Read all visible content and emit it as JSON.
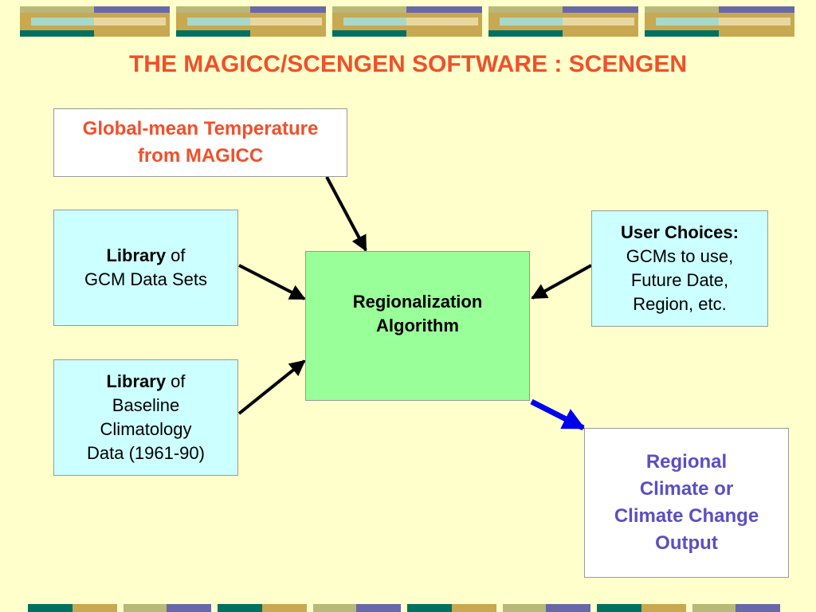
{
  "title": "THE MAGICC/SCENGEN SOFTWARE : SCENGEN",
  "colors": {
    "background": "#ffffcc",
    "title": "#f0502a",
    "teal": "#007060",
    "tan": "#c8a850",
    "purple": "#6868a8",
    "olive": "#b8b878",
    "light_cyan": "#a8d8c8",
    "light_tan": "#e8d8a0",
    "box_cyan": "#ccffff",
    "box_green": "#99ff99",
    "output_text": "#5a4fc4",
    "blue_arrow": "#0000ee"
  },
  "boxes": {
    "global": {
      "line1": "Global-mean Temperature",
      "line2": "from MAGICC"
    },
    "library_gcm": {
      "bold": "Library",
      "rest": " of",
      "line2": "GCM Data Sets"
    },
    "library_baseline": {
      "bold": "Library",
      "rest": " of",
      "line2": "Baseline",
      "line3": "Climatology",
      "line4": "Data (1961-90)"
    },
    "user_choices": {
      "bold": "User Choices:",
      "line2": "GCMs to use,",
      "line3": "Future Date,",
      "line4": "Region, etc."
    },
    "algorithm": {
      "line1": "Regionalization",
      "line2": "Algorithm"
    },
    "output": {
      "line1": "Regional",
      "line2": "Climate or",
      "line3": "Climate Change",
      "line4": "Output"
    }
  }
}
